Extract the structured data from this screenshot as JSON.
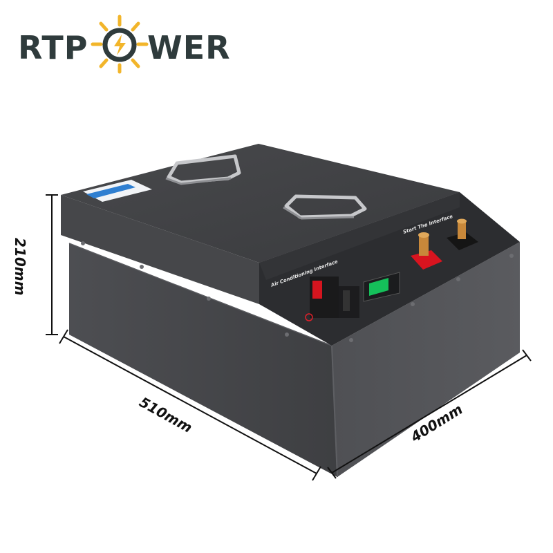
{
  "brand": {
    "name_left": "RTP",
    "name_right": "WER",
    "colors": {
      "text": "#2f3b3c",
      "sun": "#f2b52a"
    }
  },
  "product": {
    "interface_labels": {
      "air_conditioning": "Air Conditioning Interface",
      "start": "Start The Interface"
    },
    "body_color": "#4b4c4f",
    "terminal_colors": {
      "positive": "#d8141f",
      "negative": "#151515"
    }
  },
  "dimensions": {
    "height": "210mm",
    "length": "510mm",
    "width": "400mm"
  }
}
